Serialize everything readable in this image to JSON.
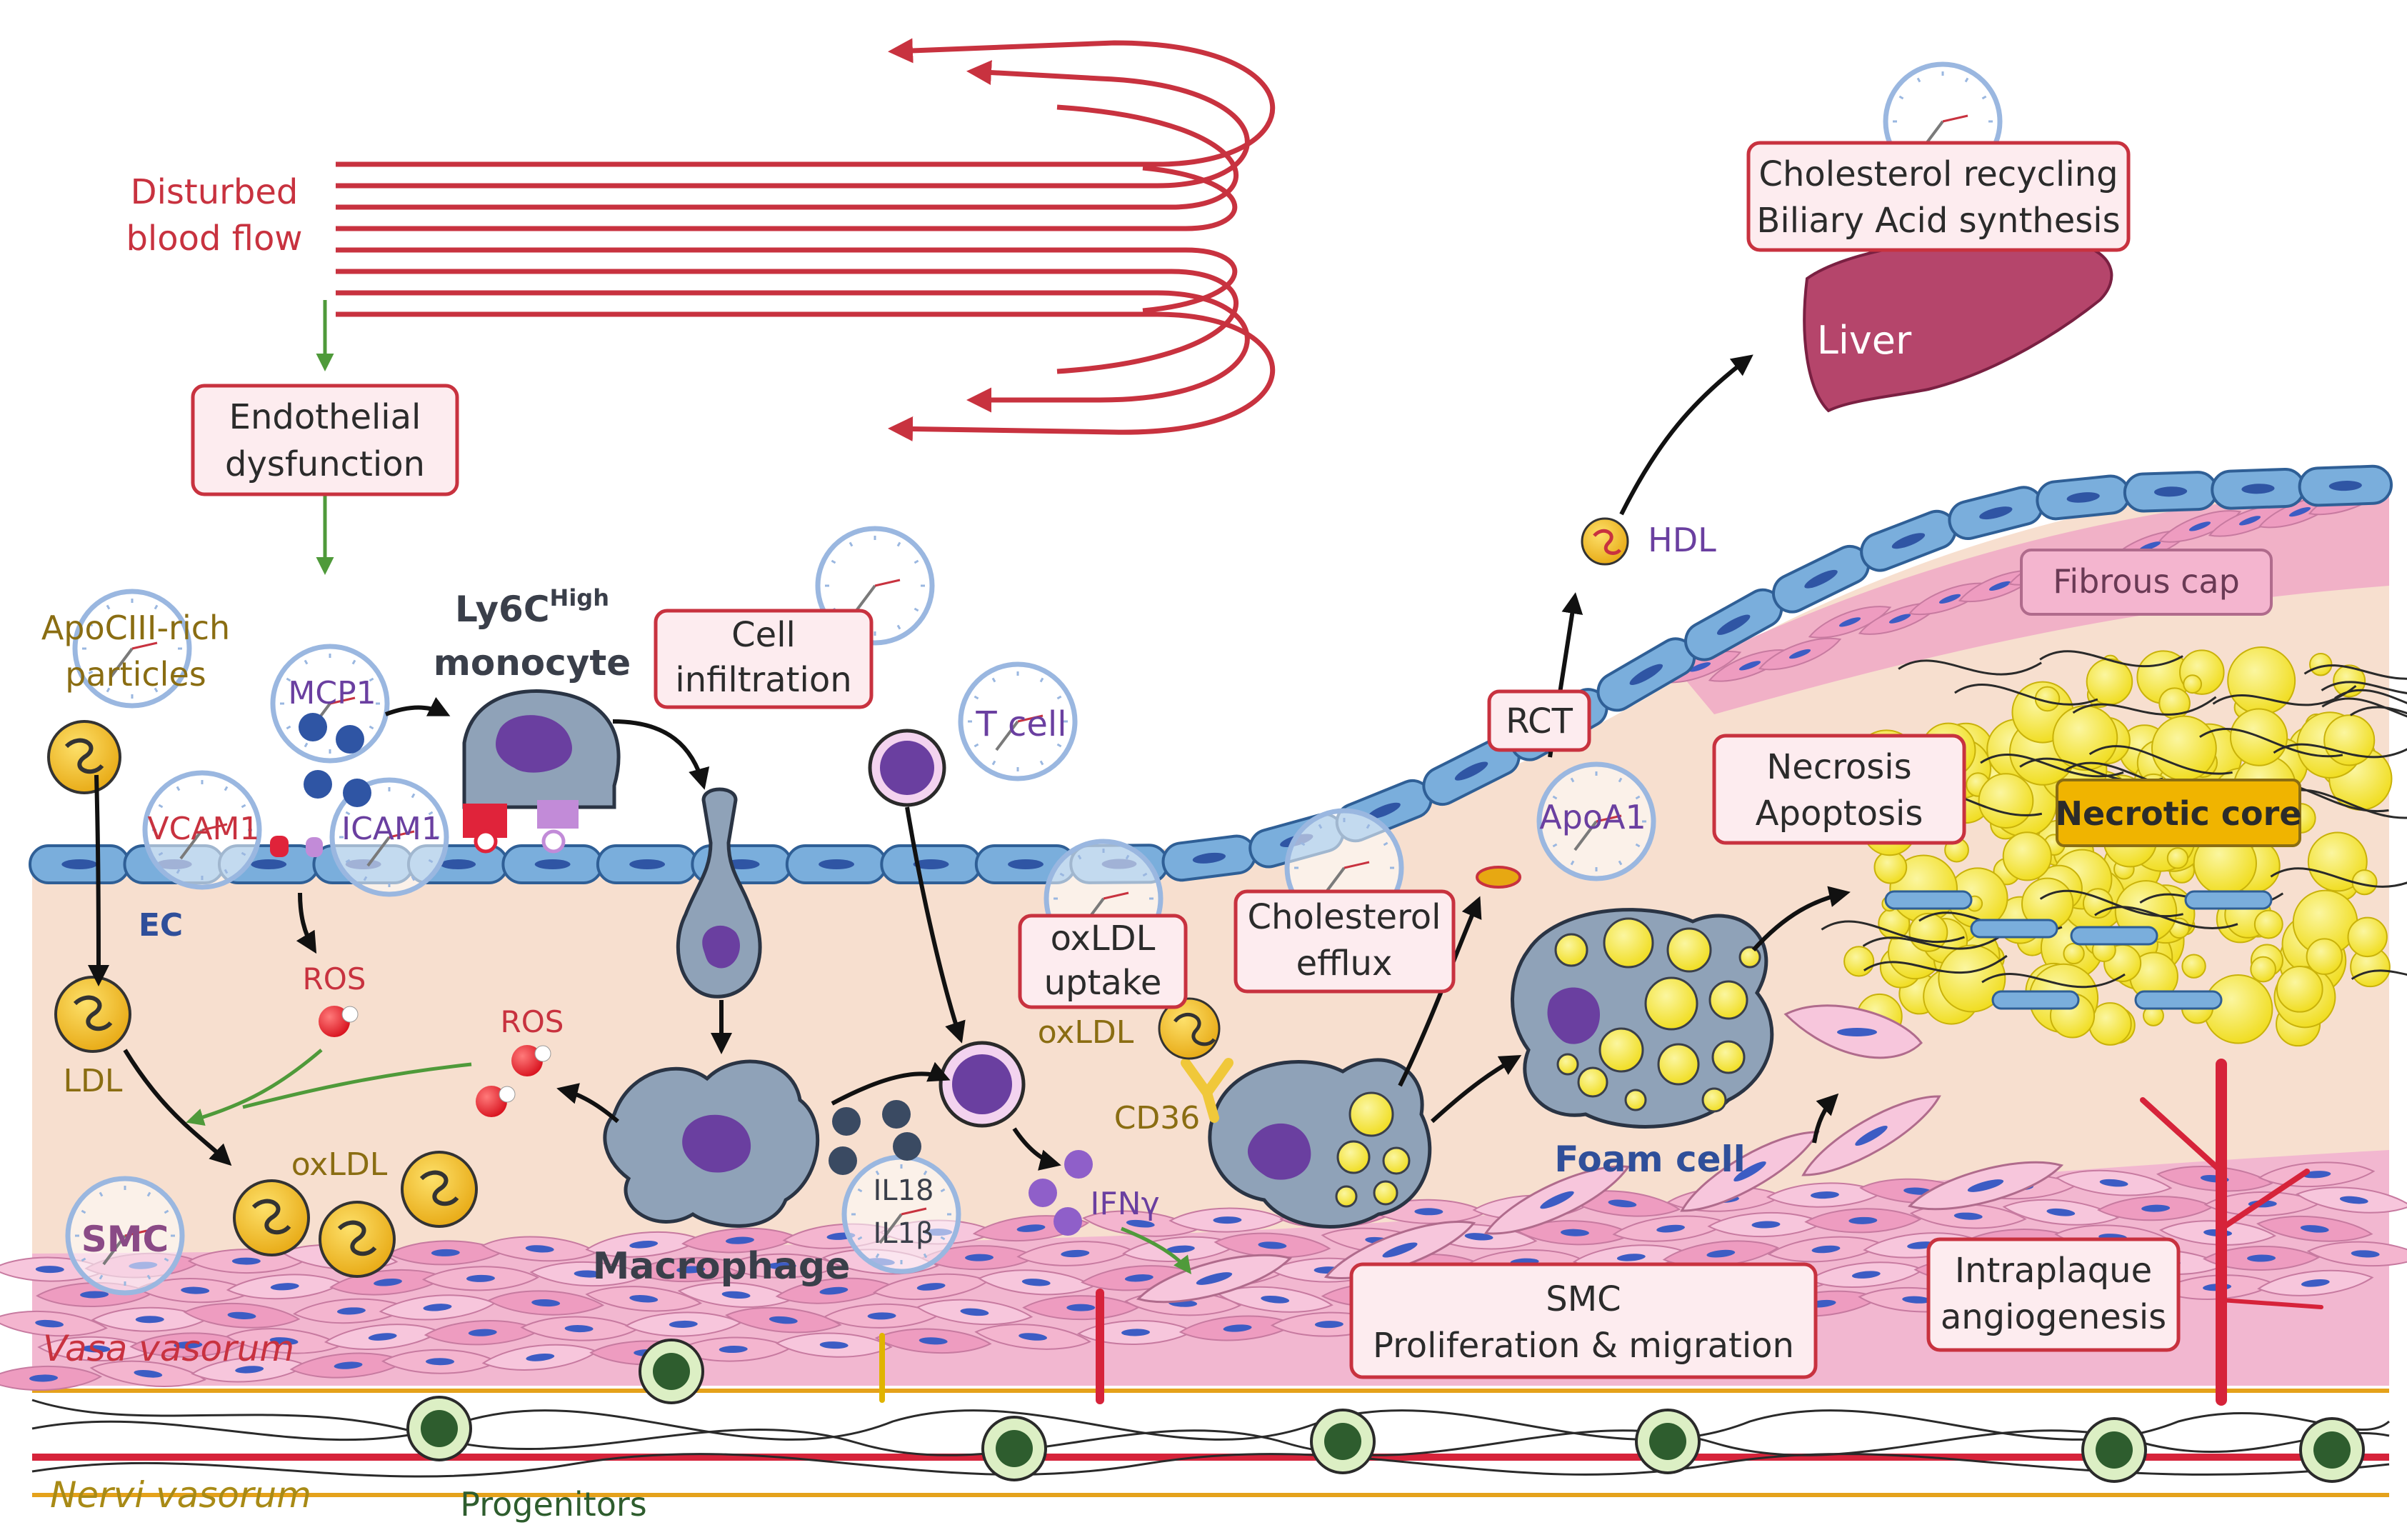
{
  "colors": {
    "flow_red": "#c8323f",
    "endothelium_blue": "#7aaedc",
    "intima_peach": "#f7dfcf",
    "media_pink": "#f2b7d0",
    "lipid_yellow": "#f3e62a",
    "macrophage_gray": "#8fa2b8",
    "arrow_green": "#4f9a3a",
    "liver": "#b5456b"
  },
  "labels": {
    "disturbed_flow_line1": "Disturbed",
    "disturbed_flow_line2": "blood flow",
    "endothelial_dysfunction_line1": "Endothelial",
    "endothelial_dysfunction_line2": "dysfunction",
    "apociii_line1": "ApoCIII-rich",
    "apociii_line2": "particles",
    "mcp1": "MCP1",
    "ly6c_main": "Ly6C",
    "ly6c_sup": "High",
    "monocyte": "monocyte",
    "cell_infiltration_line1": "Cell",
    "cell_infiltration_line2": "infiltration",
    "t_cell": "T cell",
    "vcam1": "VCAM1",
    "icam1": "ICAM1",
    "ec": "EC",
    "ros_1": "ROS",
    "ros_2": "ROS",
    "ldl": "LDL",
    "oxldl_1": "oxLDL",
    "smc": "SMC",
    "macrophage": "Macrophage",
    "il18": "IL18",
    "il1b": "IL1β",
    "ifng": "IFNγ",
    "oxldl_uptake_line1": "oxLDL",
    "oxldl_uptake_line2": "uptake",
    "oxldl_2": "oxLDL",
    "cd36": "CD36",
    "cholesterol_efflux_line1": "Cholesterol",
    "cholesterol_efflux_line2": "efflux",
    "rct": "RCT",
    "apoa1": "ApoA1",
    "hdl": "HDL",
    "foam_cell": "Foam cell",
    "necrosis_line1": "Necrosis",
    "necrosis_line2": "Apoptosis",
    "necrotic_core": "Necrotic core",
    "fibrous_cap": "Fibrous cap",
    "cholesterol_recycling_line1": "Cholesterol recycling",
    "cholesterol_recycling_line2": "Biliary Acid synthesis",
    "liver": "Liver",
    "smc_prolif_line1": "SMC",
    "smc_prolif_line2": "Proliferation & migration",
    "intraplaque_line1": "Intraplaque",
    "intraplaque_line2": "angiogenesis",
    "vasa_vasorum": "Vasa vasorum",
    "nervi_vasorum": "Nervi vasorum",
    "progenitors": "Progenitors"
  }
}
